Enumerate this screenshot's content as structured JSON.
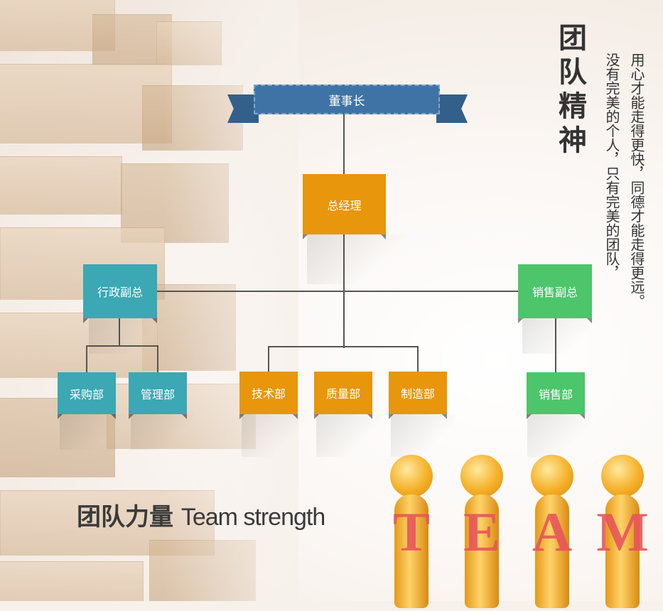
{
  "org_chart": {
    "chairman": "董事长",
    "general_manager": "总经理",
    "admin_vp": "行政副总",
    "sales_vp": "销售副总",
    "departments": {
      "purchasing": "采购部",
      "management": "管理部",
      "technology": "技术部",
      "quality": "质量部",
      "manufacturing": "制造部",
      "sales": "销售部"
    }
  },
  "title": "团队精神",
  "motto": {
    "line1": "用心才能走得更快，同德才能走得更远。",
    "line2": "没有完美的个人，只有完美的团队，"
  },
  "slogan": {
    "cn": "团队力量",
    "en": "Team strength"
  },
  "team_letters": [
    "T",
    "E",
    "A",
    "M"
  ],
  "colors": {
    "ribbon": "#3f73a5",
    "orange": "#e8960c",
    "teal": "#3ba8b4",
    "green": "#4cc56b"
  }
}
